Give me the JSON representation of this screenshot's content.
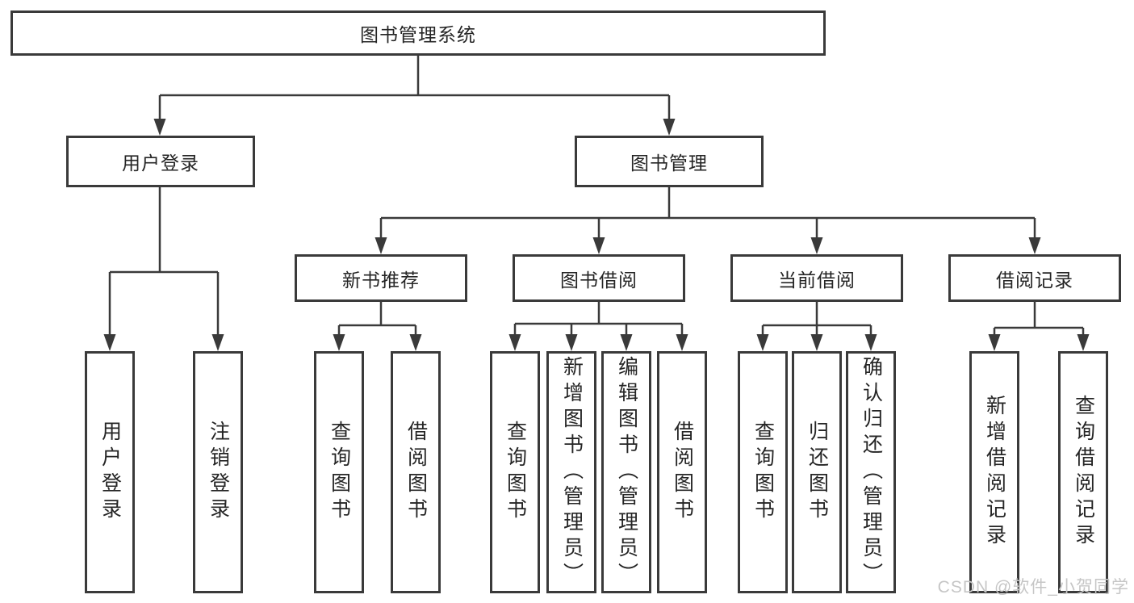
{
  "theme": {
    "background": "#ffffff",
    "line_color": "#3a3a3a",
    "box_border_color": "#3a3a3a",
    "box_fill": "#ffffff",
    "text_color": "#252525",
    "watermark_color": "#c6c6c6"
  },
  "watermark": {
    "text": "CSDN @软件_小贺同学"
  },
  "tree": {
    "root": {
      "label": "图书管理系统"
    },
    "branches": [
      {
        "label": "用户登录",
        "children": [
          {
            "label": "用户登录"
          },
          {
            "label": "注销登录"
          }
        ]
      },
      {
        "label": "图书管理",
        "groups": [
          {
            "label": "新书推荐",
            "children": [
              {
                "label": "查询图书"
              },
              {
                "label": "借阅图书"
              }
            ]
          },
          {
            "label": "图书借阅",
            "children": [
              {
                "label": "查询图书"
              },
              {
                "label": "新增图书（管理员）"
              },
              {
                "label": "编辑图书（管理员）"
              },
              {
                "label": "借阅图书"
              }
            ]
          },
          {
            "label": "当前借阅",
            "children": [
              {
                "label": "查询图书"
              },
              {
                "label": "归还图书"
              },
              {
                "label": "确认归还（管理员）"
              }
            ]
          },
          {
            "label": "借阅记录",
            "children": [
              {
                "label": "新增借阅记录"
              },
              {
                "label": "查询借阅记录"
              }
            ]
          }
        ]
      }
    ]
  }
}
